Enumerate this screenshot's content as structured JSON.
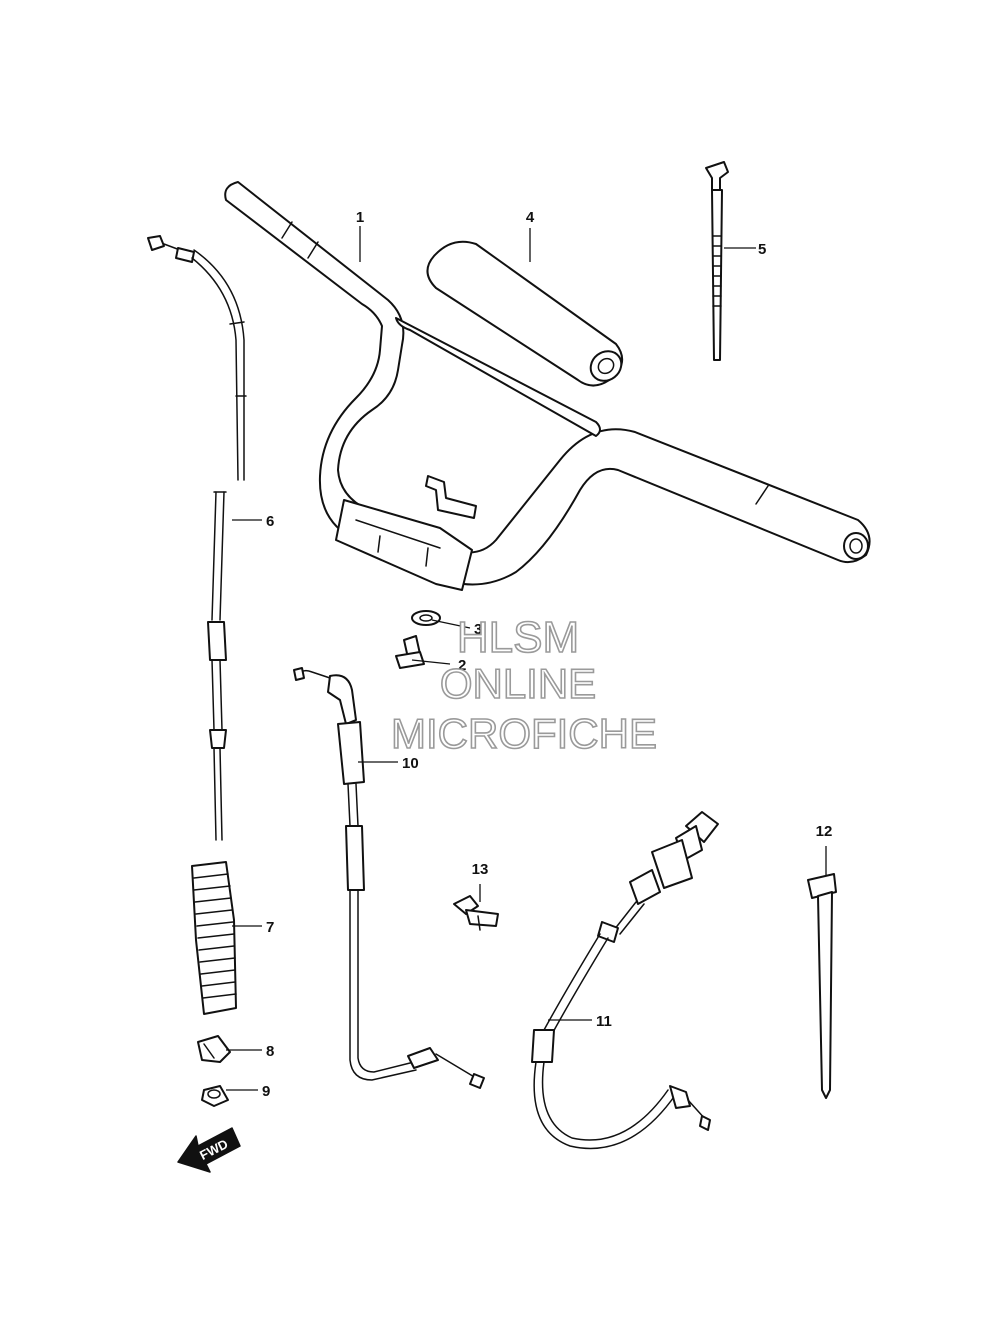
{
  "diagram": {
    "callouts": [
      {
        "id": "callout-1",
        "text": "1"
      },
      {
        "id": "callout-2",
        "text": "2"
      },
      {
        "id": "callout-3",
        "text": "3"
      },
      {
        "id": "callout-4",
        "text": "4"
      },
      {
        "id": "callout-5",
        "text": "5"
      },
      {
        "id": "callout-6",
        "text": "6"
      },
      {
        "id": "callout-7",
        "text": "7"
      },
      {
        "id": "callout-8",
        "text": "8"
      },
      {
        "id": "callout-9",
        "text": "9"
      },
      {
        "id": "callout-10",
        "text": "10"
      },
      {
        "id": "callout-11",
        "text": "11"
      },
      {
        "id": "callout-12",
        "text": "12"
      },
      {
        "id": "callout-13",
        "text": "13"
      }
    ],
    "direction_arrow": {
      "text": "FWD"
    }
  },
  "watermark": {
    "line1": "HLSM",
    "line2": "ONLINE",
    "line3": "MICROFICHE"
  }
}
